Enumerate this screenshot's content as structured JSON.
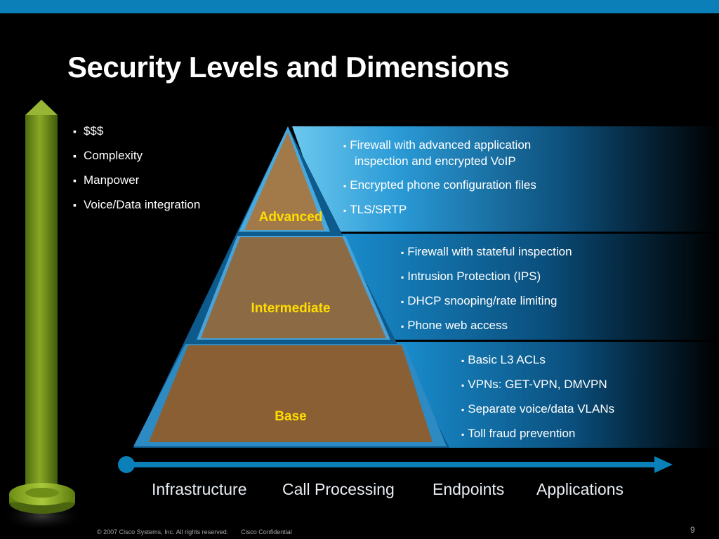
{
  "slide": {
    "title": "Security Levels and Dimensions",
    "page_number": "9",
    "accent_color": "#0a7fb8"
  },
  "left_list": {
    "items": [
      "$$$",
      "Complexity",
      "Manpower",
      "Voice/Data integration"
    ]
  },
  "pyramid": {
    "levels": [
      {
        "label": "Advanced",
        "features": [
          {
            "bullet": "▪",
            "text": "Firewall with advanced application",
            "continuation": "inspection and encrypted VoIP"
          },
          {
            "bullet": "▪",
            "text": "Encrypted phone configuration files"
          },
          {
            "bullet": "▪",
            "text": "TLS/SRTP"
          }
        ]
      },
      {
        "label": "Intermediate",
        "features": [
          {
            "bullet": "▪",
            "text": "Firewall with stateful inspection"
          },
          {
            "bullet": "▪",
            "text": "Intrusion Protection (IPS)"
          },
          {
            "bullet": "▪",
            "text": "DHCP snooping/rate limiting"
          },
          {
            "bullet": "▪",
            "text": "Phone web access"
          }
        ]
      },
      {
        "label": "Base",
        "features": [
          {
            "bullet": "▪",
            "text": "Basic L3 ACLs"
          },
          {
            "bullet": "▪",
            "text": "VPNs: GET-VPN, DMVPN"
          },
          {
            "bullet": "▪",
            "text": "Separate voice/data VLANs"
          },
          {
            "bullet": "▪",
            "text": "Toll fraud prevention"
          }
        ]
      }
    ]
  },
  "axis": {
    "labels": [
      "Infrastructure",
      "Call Processing",
      "Endpoints",
      "Applications"
    ]
  },
  "footer": {
    "copyright": "© 2007 Cisco Systems, Inc. All rights reserved.",
    "confidential": "Cisco Confidential"
  }
}
